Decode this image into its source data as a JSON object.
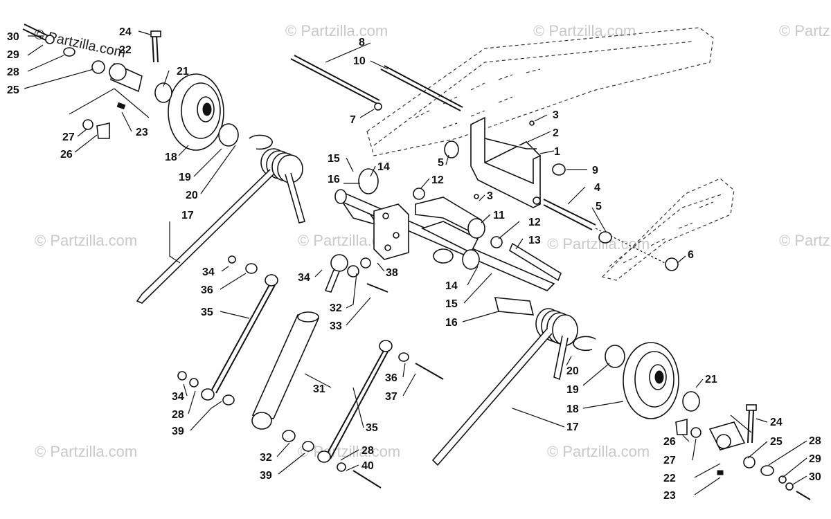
{
  "diagram": {
    "watermark": "© Partzilla.com",
    "callouts": {
      "tl_30": "30",
      "tl_29": "29",
      "tl_28": "28",
      "tl_25": "25",
      "tl_24": "24",
      "tl_22": "22",
      "tl_21": "21",
      "tl_27": "27",
      "tl_26": "26",
      "tl_23": "23",
      "tl_18": "18",
      "tl_19": "19",
      "tl_20": "20",
      "tl_17": "17",
      "top_8": "8",
      "top_10": "10",
      "top_7": "7",
      "r_3a": "3",
      "r_2": "2",
      "r_1": "1",
      "r_9": "9",
      "r_5a": "5",
      "r_4": "4",
      "r_5b": "5",
      "r_6": "6",
      "c_15a": "15",
      "c_14a": "14",
      "c_16a": "16",
      "c_12a": "12",
      "c_3b": "3",
      "c_11": "11",
      "c_12b": "12",
      "c_13": "13",
      "c_14b": "14",
      "c_15b": "15",
      "c_16b": "16",
      "c_38": "38",
      "l_34a": "34",
      "l_36a": "36",
      "l_35a": "35",
      "l_34b": "34",
      "l_32a": "32",
      "l_33": "33",
      "bl_34": "34",
      "bl_28": "28",
      "bl_39a": "39",
      "b_31": "31",
      "b_32": "32",
      "b_39": "39",
      "b_28": "28",
      "b_40": "40",
      "b_36": "36",
      "b_37": "37",
      "b_35": "35",
      "br_20": "20",
      "br_19": "19",
      "br_21": "21",
      "br_18": "18",
      "br_17": "17",
      "br_24": "24",
      "br_26": "26",
      "br_25": "25",
      "br_27": "27",
      "br_22": "22",
      "br_23": "23",
      "br_28": "28",
      "br_29": "29",
      "br_30": "30"
    }
  }
}
